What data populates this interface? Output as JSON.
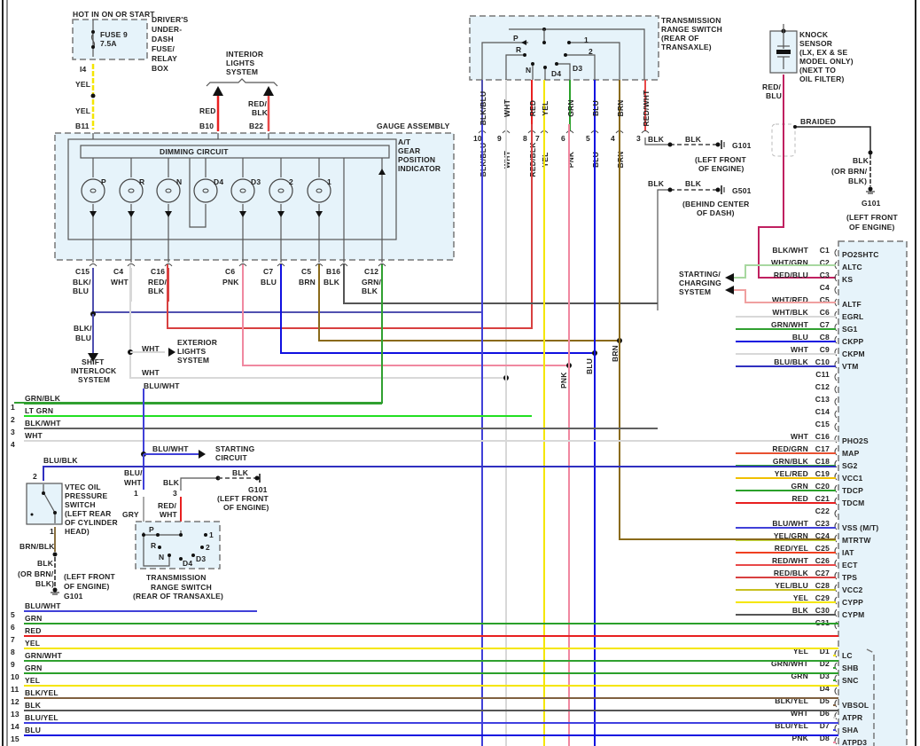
{
  "colors": {
    "YEL": "#f5e600",
    "RED": "#e82020",
    "WHT": "#d8d8d8",
    "BLK": "#555555",
    "BLU": "#1010e0",
    "GRN": "#2aa02a",
    "LTGRN": "#22e022",
    "PNK": "#f088a0",
    "BRN": "#8a6a1a",
    "GRY": "#aaaaaa",
    "BLKBLU": "#5050b0",
    "BLUWHT": "#4040d8",
    "REDBLK": "#d84040",
    "GRNBLK": "#30a030",
    "REDWHT": "#e84848",
    "REDBLU": "#c02060",
    "WHTGRN": "#a8d8a0",
    "WHTRED": "#f0a0a0",
    "BLKWHT": "#606060",
    "GRNWHT": "#30a030",
    "BLUBLK": "#3030c0",
    "REDGRN": "#e85030",
    "YELRED": "#f0c000",
    "YELGRN": "#c8e040",
    "REDYEL": "#f04020",
    "YELBLU": "#c8c020",
    "BLKYEL": "#806040",
    "BLUYEL": "#4040e0",
    "BRNBLK": "#8a7040"
  },
  "fuse_box": {
    "header": "HOT IN ON OR START",
    "fuse": "FUSE 9",
    "rating": "7.5A",
    "label": [
      "DRIVER'S",
      "UNDER-",
      "DASH",
      "FUSE/",
      "RELAY",
      "BOX"
    ],
    "terminal": "I4",
    "wire_top": "YEL",
    "wire_bottom": "YEL",
    "gauge_pin": "B11"
  },
  "interior_lights": {
    "label": [
      "INTERIOR",
      "LIGHTS",
      "SYSTEM"
    ],
    "wire1": "RED",
    "pin1": "B10",
    "wire2a": "RED/",
    "wire2b": "BLK",
    "pin2": "B22"
  },
  "gauge_assembly": {
    "title": "GAUGE ASSEMBLY",
    "indicator_label": [
      "A/T",
      "GEAR",
      "POSITION",
      "INDICATOR"
    ],
    "dimming": "DIMMING CIRCUIT",
    "bulbs": [
      "P",
      "R",
      "N",
      "D4",
      "D3",
      "2",
      "1"
    ],
    "pins": [
      {
        "pin": "C15",
        "wire": [
          "BLK/",
          "BLU"
        ]
      },
      {
        "pin": "C4",
        "wire": [
          "WHT"
        ]
      },
      {
        "pin": "C16",
        "wire": [
          "RED/",
          "BLK"
        ]
      },
      {
        "pin": "C6",
        "wire": [
          "PNK"
        ]
      },
      {
        "pin": "C7",
        "wire": [
          "BLU"
        ]
      },
      {
        "pin": "C5",
        "wire": [
          "BRN"
        ]
      },
      {
        "pin": "B16",
        "wire": [
          "BLK"
        ]
      },
      {
        "pin": "C12",
        "wire": [
          "GRN/",
          "BLK"
        ]
      }
    ]
  },
  "trs_top": {
    "label": [
      "TRANSMISSION",
      "RANGE SWITCH",
      "(REAR OF",
      "TRANSAXLE)"
    ],
    "positions": [
      "P",
      "R",
      "N",
      "D4",
      "D3",
      "2",
      "1"
    ],
    "pins": [
      {
        "num": "10",
        "upper": "BLK/BLU",
        "lower": "BLK/BLU"
      },
      {
        "num": "9",
        "upper": "WHT",
        "lower": "WHT"
      },
      {
        "num": "8",
        "upper": "RED",
        "lower": "RED/BLK"
      },
      {
        "num": "7",
        "upper": "YEL",
        "lower": "YEL"
      },
      {
        "num": "6",
        "upper": "GRN",
        "lower": "PNK"
      },
      {
        "num": "5",
        "upper": "BLU",
        "lower": "BLU"
      },
      {
        "num": "4",
        "upper": "BRN",
        "lower": "BRN"
      },
      {
        "num": "3",
        "upper": "RED/WHT",
        "lower": "BLK"
      }
    ]
  },
  "grounds": {
    "g101a": {
      "w1": "BLK",
      "w2": "BLK",
      "id": "G101",
      "loc": [
        "(LEFT FRONT",
        "OF ENGINE)"
      ]
    },
    "g501": {
      "w1": "BLK",
      "w2": "BLK",
      "id": "G501",
      "loc": [
        "(BEHIND CENTER",
        "OF DASH)"
      ]
    },
    "g101b": {
      "wire": [
        "BLK",
        "(OR BRN/",
        "BLK)"
      ],
      "id": "G101",
      "loc": [
        "(LEFT FRONT",
        "OF ENGINE)"
      ]
    }
  },
  "knock_sensor": {
    "label": [
      "KNOCK",
      "SENSOR",
      "(LX, EX & SE",
      "MODEL ONLY)",
      "(NEXT TO",
      "OIL FILTER)"
    ],
    "wire": [
      "RED/",
      "BLU"
    ],
    "shield": "BRAIDED"
  },
  "starting_charging": [
    "STARTING/",
    "CHARGING",
    "SYSTEM"
  ],
  "shift_interlock": {
    "wire": [
      "BLK/",
      "BLU"
    ],
    "label": [
      "SHIFT",
      "INTERLOCK",
      "SYSTEM"
    ]
  },
  "exterior_lights": {
    "wire": "WHT",
    "label": [
      "EXTERIOR",
      "LIGHTS",
      "SYSTEM"
    ],
    "wire2": "WHT",
    "wire3": "BLU/WHT"
  },
  "starting_circuit": {
    "wire": "BLU/WHT",
    "label": [
      "STARTING",
      "CIRCUIT"
    ]
  },
  "vtec": {
    "wire": "BLU/BLK",
    "pin_top": "2",
    "pin_bottom": "1",
    "label": [
      "VTEC OIL",
      "PRESSURE",
      "SWITCH",
      "(LEFT REAR",
      "OF CYLINDER",
      "HEAD)"
    ],
    "wire_bottom": "BRN/BLK",
    "gnd_wire": [
      "BLK",
      "(OR BRN/",
      "BLK)"
    ],
    "gnd_loc": [
      "(LEFT FRONT",
      "OF ENGINE)"
    ],
    "gnd": "G101"
  },
  "trs_bottom": {
    "label": [
      "TRANSMISSION",
      "RANGE SWITCH",
      "(REAR OF TRANSAXLE)"
    ],
    "pin1": "1",
    "pin1_wire": [
      "BLU/",
      "WHT"
    ],
    "pin1_lower": "GRY",
    "pin3": "3",
    "pin3_wire": "BLK",
    "pin3_lower": [
      "RED/",
      "WHT"
    ],
    "gnd_wire": "BLK",
    "gnd": "G101",
    "gnd_loc": [
      "(LEFT FRONT",
      "OF ENGINE)"
    ],
    "positions": [
      "P",
      "R",
      "N",
      "D4",
      "D3",
      "2",
      "1"
    ]
  },
  "left_harness": [
    {
      "n": "1",
      "wire": "GRN/BLK",
      "c": "GRNBLK"
    },
    {
      "n": "2",
      "wire": "LT GRN",
      "c": "LTGRN"
    },
    {
      "n": "3",
      "wire": "BLK/WHT",
      "c": "BLKWHT"
    },
    {
      "n": "4",
      "wire": "WHT",
      "c": "WHT"
    },
    {
      "n": "5",
      "wire": "BLU/WHT",
      "c": "BLUWHT"
    },
    {
      "n": "6",
      "wire": "GRN",
      "c": "GRN"
    },
    {
      "n": "7",
      "wire": "RED",
      "c": "RED"
    },
    {
      "n": "8",
      "wire": "YEL",
      "c": "YEL"
    },
    {
      "n": "9",
      "wire": "GRN/WHT",
      "c": "GRNWHT"
    },
    {
      "n": "10",
      "wire": "GRN",
      "c": "GRN"
    },
    {
      "n": "11",
      "wire": "YEL",
      "c": "YEL"
    },
    {
      "n": "12",
      "wire": "BLK/YEL",
      "c": "BLKYEL"
    },
    {
      "n": "13",
      "wire": "BLK",
      "c": "BLK"
    },
    {
      "n": "14",
      "wire": "BLU/YEL",
      "c": "BLUYEL"
    },
    {
      "n": "15",
      "wire": "BLU",
      "c": "BLU"
    }
  ],
  "ecm_pins": [
    {
      "pin": "C1",
      "wire": "BLK/WHT",
      "sig": "PO2SHTC",
      "c": "BLKWHT"
    },
    {
      "pin": "C2",
      "wire": "WHT/GRN",
      "sig": "ALTC",
      "c": "WHTGRN"
    },
    {
      "pin": "C3",
      "wire": "RED/BLU",
      "sig": "KS",
      "c": "REDBLU"
    },
    {
      "pin": "C4",
      "wire": "",
      "sig": "",
      "c": ""
    },
    {
      "pin": "C5",
      "wire": "WHT/RED",
      "sig": "ALTF",
      "c": "WHTRED"
    },
    {
      "pin": "C6",
      "wire": "WHT/BLK",
      "sig": "EGRL",
      "c": "WHT"
    },
    {
      "pin": "C7",
      "wire": "GRN/WHT",
      "sig": "SG1",
      "c": "GRNWHT"
    },
    {
      "pin": "C8",
      "wire": "BLU",
      "sig": "CKPP",
      "c": "BLU"
    },
    {
      "pin": "C9",
      "wire": "WHT",
      "sig": "CKPM",
      "c": "WHT"
    },
    {
      "pin": "C10",
      "wire": "BLU/BLK",
      "sig": "VTM",
      "c": "BLUBLK"
    },
    {
      "pin": "C11",
      "wire": "",
      "sig": "",
      "c": ""
    },
    {
      "pin": "C12",
      "wire": "",
      "sig": "",
      "c": ""
    },
    {
      "pin": "C13",
      "wire": "",
      "sig": "",
      "c": ""
    },
    {
      "pin": "C14",
      "wire": "",
      "sig": "",
      "c": ""
    },
    {
      "pin": "C15",
      "wire": "",
      "sig": "",
      "c": ""
    },
    {
      "pin": "C16",
      "wire": "WHT",
      "sig": "PHO2S",
      "c": "WHT"
    },
    {
      "pin": "C17",
      "wire": "RED/GRN",
      "sig": "MAP",
      "c": "REDGRN"
    },
    {
      "pin": "C18",
      "wire": "GRN/BLK",
      "sig": "SG2",
      "c": "GRNBLK"
    },
    {
      "pin": "C19",
      "wire": "YEL/RED",
      "sig": "VCC1",
      "c": "YELRED"
    },
    {
      "pin": "C20",
      "wire": "GRN",
      "sig": "TDCP",
      "c": "GRN"
    },
    {
      "pin": "C21",
      "wire": "RED",
      "sig": "TDCM",
      "c": "RED"
    },
    {
      "pin": "C22",
      "wire": "",
      "sig": "",
      "c": ""
    },
    {
      "pin": "C23",
      "wire": "BLU/WHT",
      "sig": "VSS    (M/T)",
      "c": "BLUWHT"
    },
    {
      "pin": "C24",
      "wire": "YEL/GRN",
      "sig": "MTRTW",
      "c": "YELGRN"
    },
    {
      "pin": "C25",
      "wire": "RED/YEL",
      "sig": "IAT",
      "c": "REDYEL"
    },
    {
      "pin": "C26",
      "wire": "RED/WHT",
      "sig": "ECT",
      "c": "REDWHT"
    },
    {
      "pin": "C27",
      "wire": "RED/BLK",
      "sig": "TPS",
      "c": "REDBLK"
    },
    {
      "pin": "C28",
      "wire": "YEL/BLU",
      "sig": "VCC2",
      "c": "YELBLU"
    },
    {
      "pin": "C29",
      "wire": "YEL",
      "sig": "CYPP",
      "c": "YEL"
    },
    {
      "pin": "C30",
      "wire": "BLK",
      "sig": "CYPM",
      "c": "BLK"
    },
    {
      "pin": "C31",
      "wire": "",
      "sig": "",
      "c": ""
    },
    {
      "pin": "D1",
      "wire": "YEL",
      "sig": "LC",
      "c": "YEL"
    },
    {
      "pin": "D2",
      "wire": "GRN/WHT",
      "sig": "SHB",
      "c": "GRNWHT"
    },
    {
      "pin": "D3",
      "wire": "GRN",
      "sig": "SNC",
      "c": "GRN"
    },
    {
      "pin": "D4",
      "wire": "",
      "sig": "",
      "c": ""
    },
    {
      "pin": "D5",
      "wire": "BLK/YEL",
      "sig": "VBSOL",
      "c": "BLKYEL"
    },
    {
      "pin": "D6",
      "wire": "WHT",
      "sig": "ATPR",
      "c": "WHT"
    },
    {
      "pin": "D7",
      "wire": "BLU/YEL",
      "sig": "SHA",
      "c": "BLUYEL"
    },
    {
      "pin": "D8",
      "wire": "PNK",
      "sig": "ATPD3",
      "c": "PNK"
    }
  ]
}
